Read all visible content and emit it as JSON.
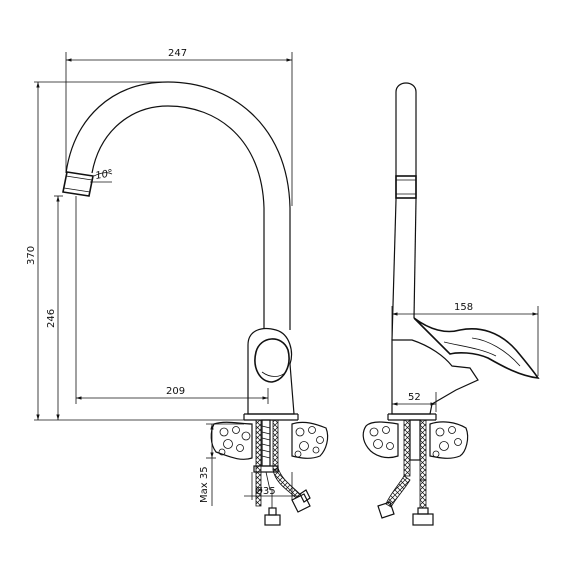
{
  "dimensions": {
    "overall_width": "247",
    "overall_height": "370",
    "spout_height": "246",
    "spout_reach": "209",
    "spout_angle": "10°",
    "max_thickness": "Max 35",
    "hole_diameter": "Ø35",
    "handle_reach": "158",
    "body_offset": "52"
  },
  "colors": {
    "line": "#111111",
    "background": "#ffffff"
  }
}
